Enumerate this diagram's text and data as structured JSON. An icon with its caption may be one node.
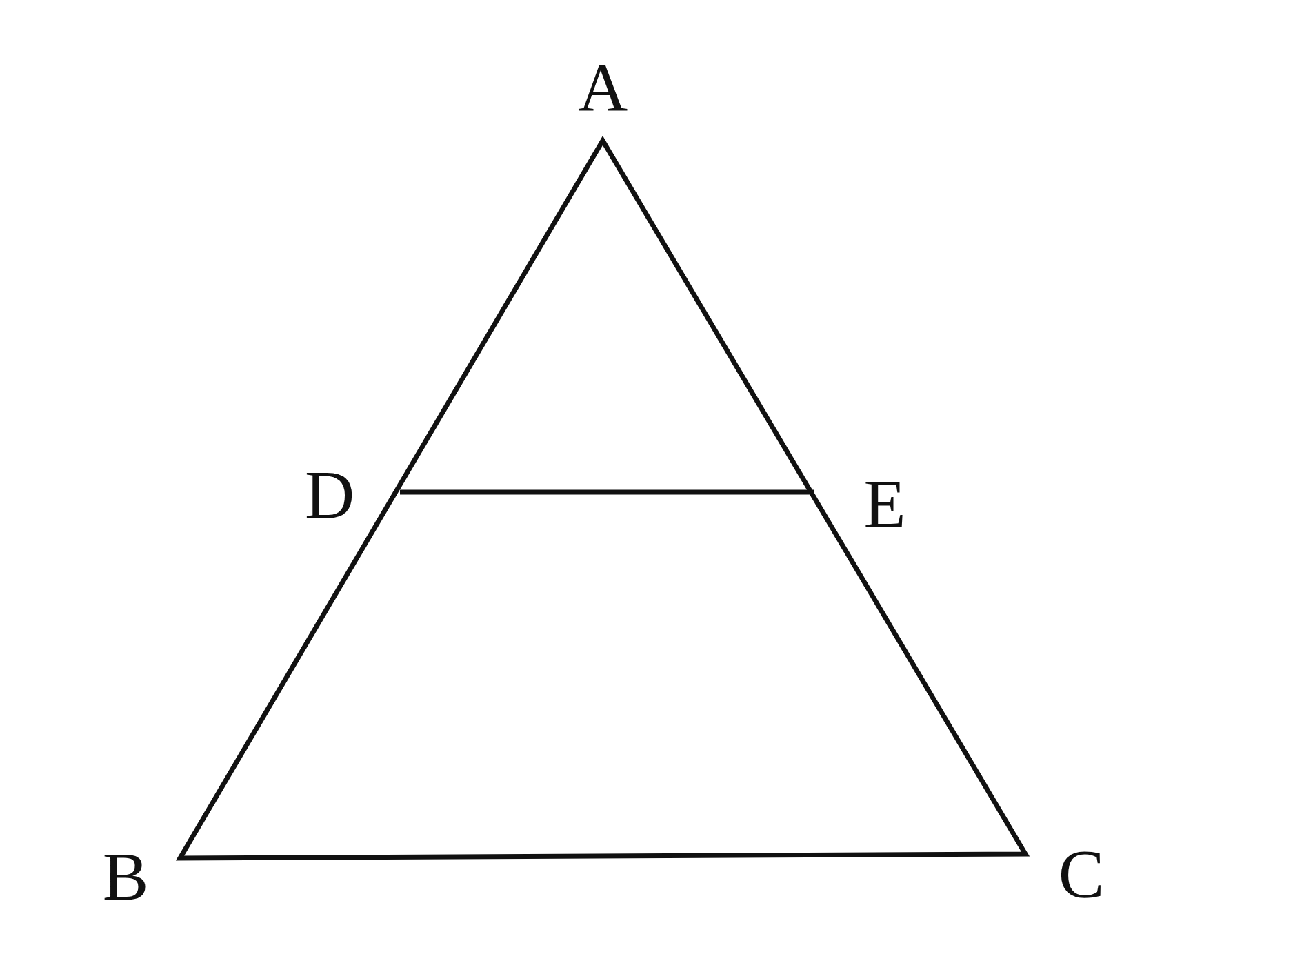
{
  "diagram": {
    "labels": [
      "A",
      "D",
      "E",
      "B",
      "C"
    ]
  }
}
